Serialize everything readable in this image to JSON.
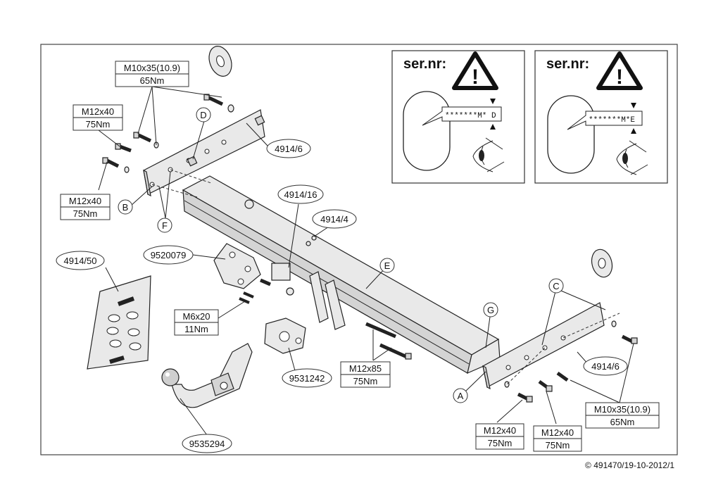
{
  "spec_labels": {
    "top_left_m10": [
      "M10x35(10.9)",
      "65Nm"
    ],
    "left_m12_upper": [
      "M12x40",
      "75Nm"
    ],
    "left_m12_lower": [
      "M12x40",
      "75Nm"
    ],
    "m6": [
      "M6x20",
      "11Nm"
    ],
    "m12x85": [
      "M12x85",
      "75Nm"
    ],
    "bottom_m12_a": [
      "M12x40",
      "75Nm"
    ],
    "bottom_m12_b": [
      "M12x40",
      "75Nm"
    ],
    "right_m10": [
      "M10x35(10.9)",
      "65Nm"
    ]
  },
  "part_numbers": {
    "p_4914_6_left": "4914/6",
    "p_4914_16": "4914/16",
    "p_4914_4": "4914/4",
    "p_4914_50": "4914/50",
    "p_9520079": "9520079",
    "p_9531242": "9531242",
    "p_9535294": "9535294",
    "p_4914_6_right": "4914/6"
  },
  "letters": {
    "A": "A",
    "B": "B",
    "C": "C",
    "D": "D",
    "E": "E",
    "F": "F",
    "G": "G"
  },
  "serial_panels": [
    {
      "title": "ser.nr:",
      "code": "*******M* D"
    },
    {
      "title": "ser.nr:",
      "code": "*******M*E"
    }
  ],
  "copyright": "© 491470/19-10-2012/1"
}
